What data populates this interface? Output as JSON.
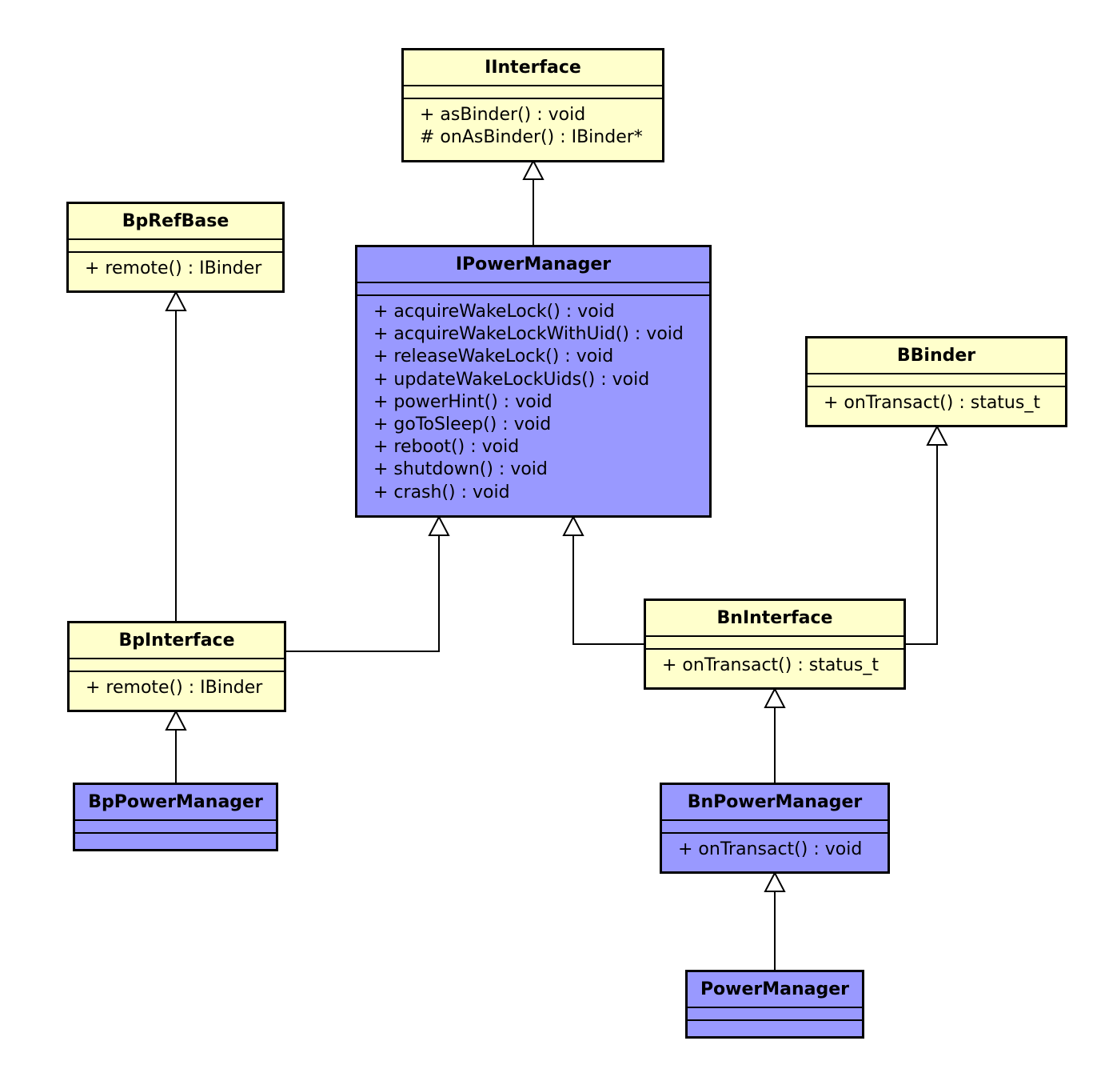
{
  "colors": {
    "interface_fill": "#ffffcc",
    "power_fill": "#9999ff",
    "stroke": "#000000"
  },
  "classes": {
    "iinterface": {
      "name": "IInterface",
      "ops": [
        "+ asBinder() : void",
        "# onAsBinder() : IBinder*"
      ]
    },
    "bprefbase": {
      "name": "BpRefBase",
      "ops": [
        "+ remote() : IBinder"
      ]
    },
    "ipowermanager": {
      "name": "IPowerManager",
      "ops": [
        "+ acquireWakeLock() : void",
        "+ acquireWakeLockWithUid() : void",
        "+ releaseWakeLock() : void",
        "+ updateWakeLockUids() : void",
        "+ powerHint() : void",
        "+ goToSleep() : void",
        "+ reboot() : void",
        "+ shutdown() : void",
        "+ crash() : void"
      ]
    },
    "bbinder": {
      "name": "BBinder",
      "ops": [
        "+ onTransact() : status_t"
      ]
    },
    "bpinterface": {
      "name": "BpInterface",
      "ops": [
        "+ remote() : IBinder"
      ]
    },
    "bninterface": {
      "name": "BnInterface",
      "ops": [
        "+ onTransact() : status_t"
      ]
    },
    "bppowermanager": {
      "name": "BpPowerManager",
      "ops": []
    },
    "bnpowermanager": {
      "name": "BnPowerManager",
      "ops": [
        "+ onTransact() : void"
      ]
    },
    "powermanager": {
      "name": "PowerManager",
      "ops": []
    }
  },
  "relations": [
    {
      "from": "ipowermanager",
      "to": "iinterface",
      "kind": "generalization"
    },
    {
      "from": "bpinterface",
      "to": "bprefbase",
      "kind": "generalization"
    },
    {
      "from": "bpinterface",
      "to": "ipowermanager",
      "kind": "generalization"
    },
    {
      "from": "bninterface",
      "to": "ipowermanager",
      "kind": "generalization"
    },
    {
      "from": "bninterface",
      "to": "bbinder",
      "kind": "generalization"
    },
    {
      "from": "bppowermanager",
      "to": "bpinterface",
      "kind": "generalization"
    },
    {
      "from": "bnpowermanager",
      "to": "bninterface",
      "kind": "generalization"
    },
    {
      "from": "powermanager",
      "to": "bnpowermanager",
      "kind": "generalization"
    }
  ]
}
